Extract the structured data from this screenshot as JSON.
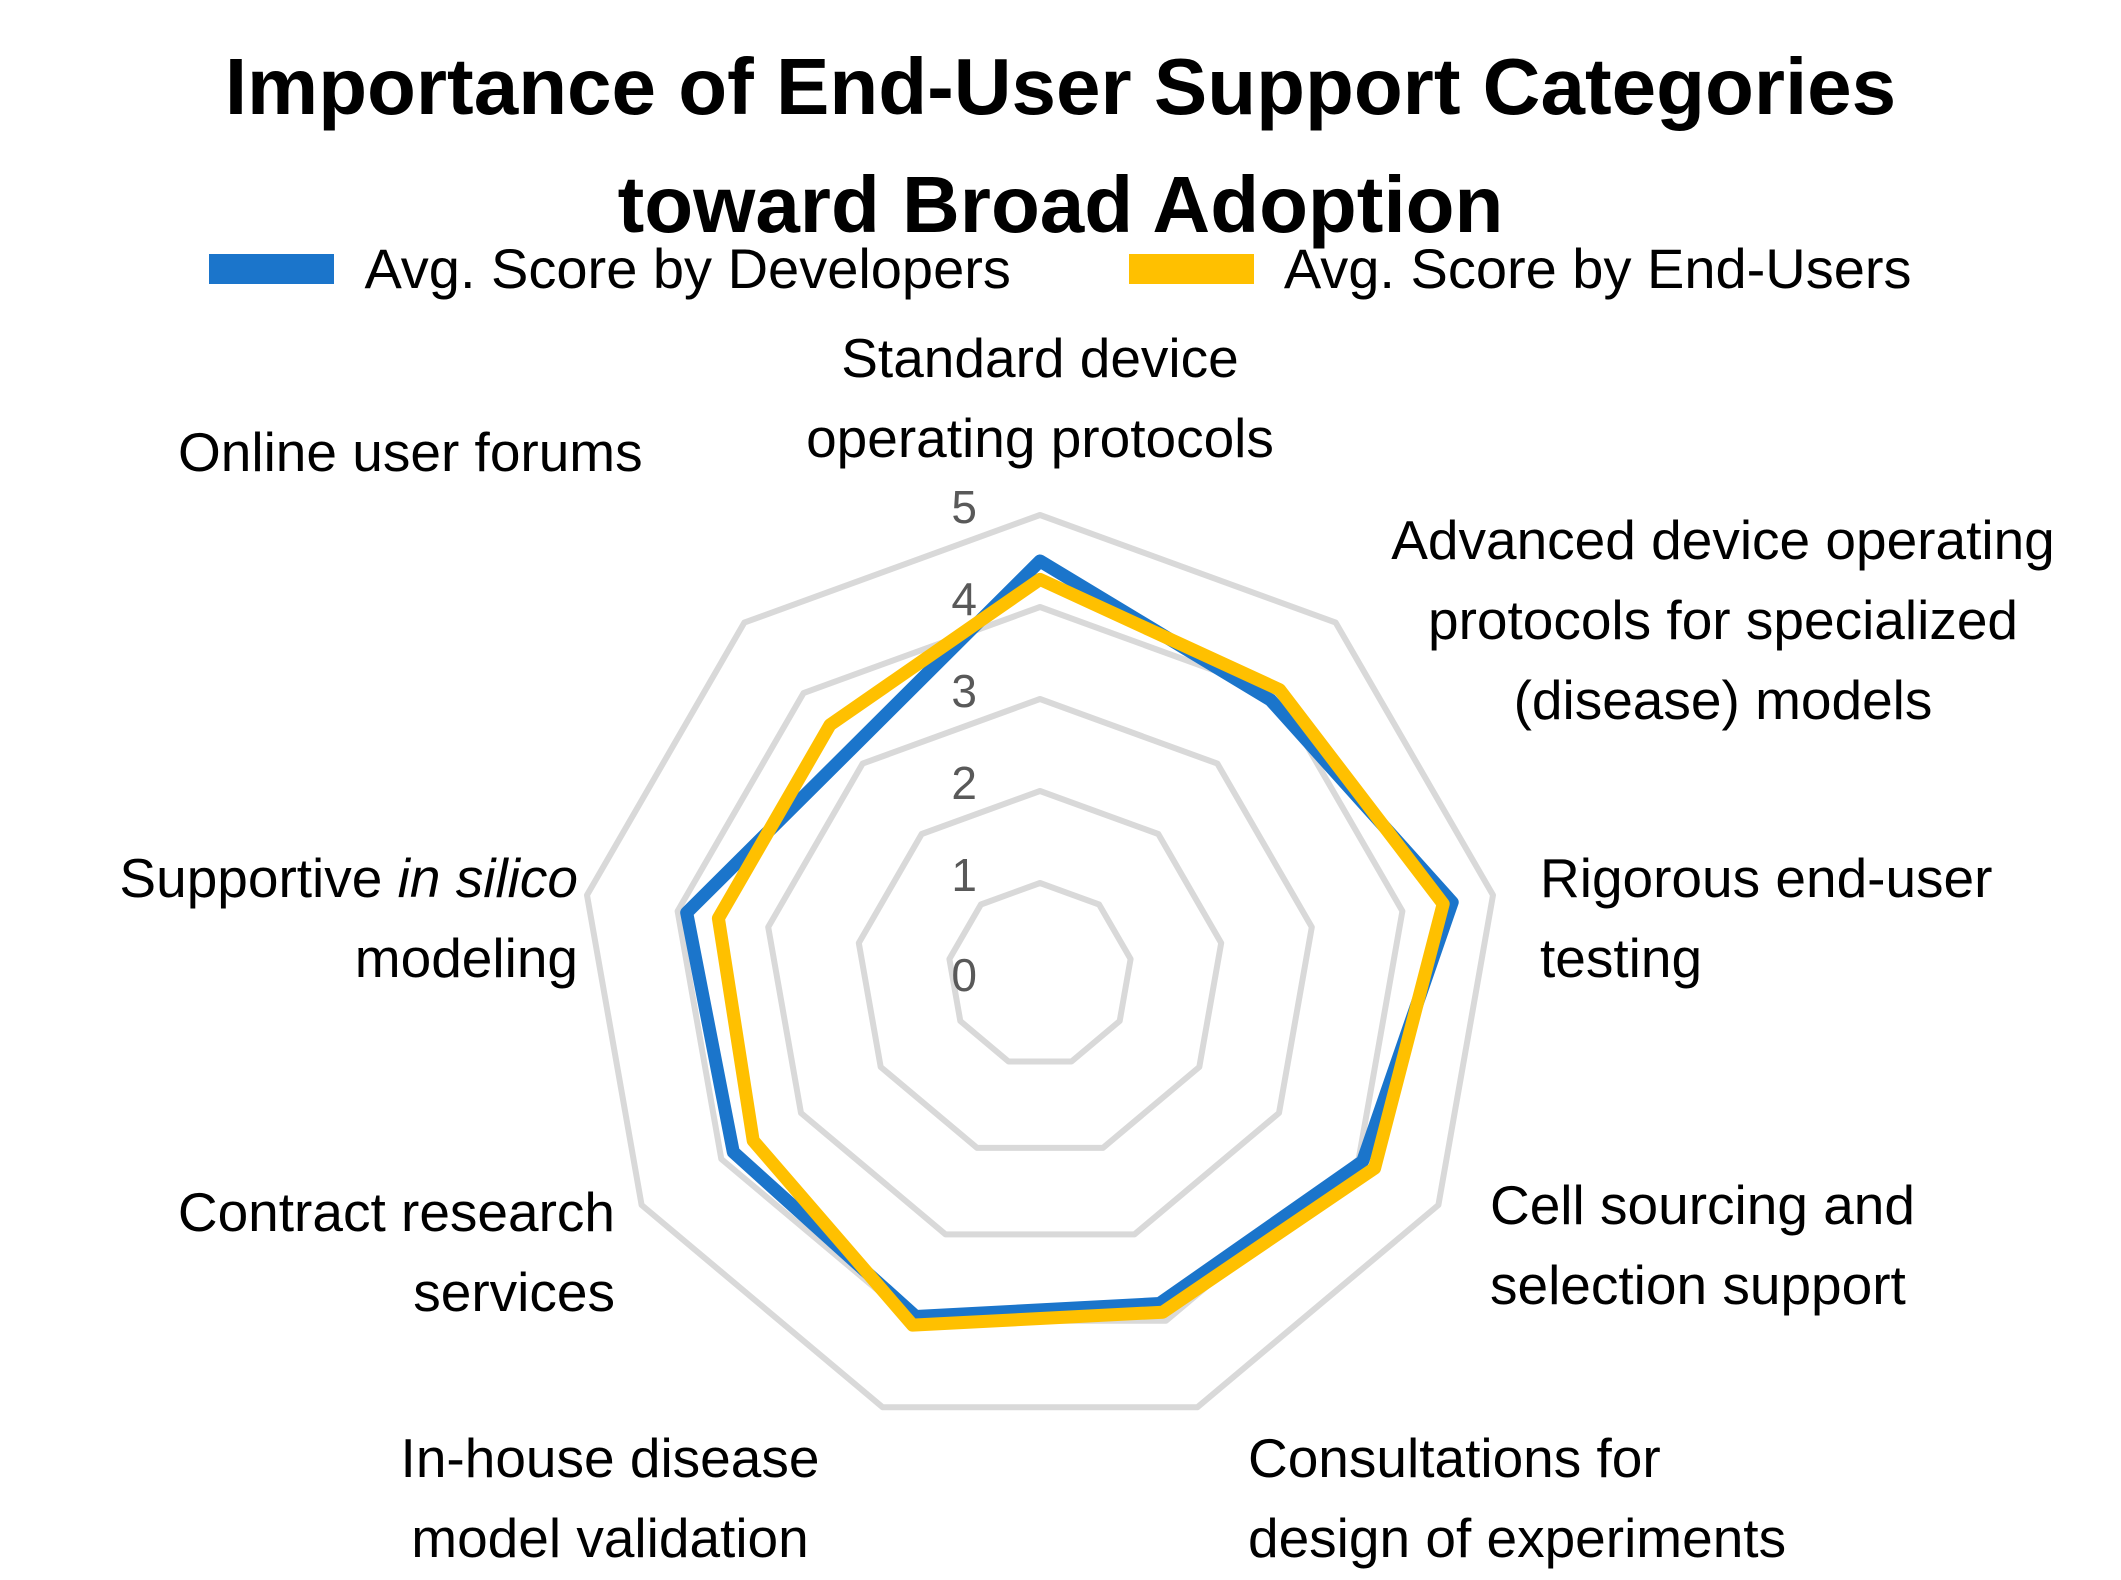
{
  "chart_data": {
    "type": "radar",
    "title": "Importance of End-User Support Categories toward Broad Adoption",
    "title_lines": [
      "Importance of End-User Support Categories",
      "toward Broad Adoption"
    ],
    "axis_range": [
      0,
      5
    ],
    "ticks": [
      0,
      1,
      2,
      3,
      4,
      5
    ],
    "grid": true,
    "legend_position": "top",
    "categories": [
      "Standard device operating protocols",
      "Advanced device operating protocols for specialized (disease) models",
      "Rigorous end-user testing",
      "Cell sourcing and selection support",
      "Consultations for design of experiments",
      "In-house disease model validation",
      "Contract research services",
      "Supportive in silico modeling",
      "Online user forums"
    ],
    "series": [
      {
        "name": "Avg. Score by Developers",
        "color": "#1B75CB",
        "values": [
          4.5,
          3.9,
          4.55,
          4.05,
          3.8,
          3.95,
          3.85,
          3.9,
          3.2
        ]
      },
      {
        "name": "Avg. Score by End-Users",
        "color": "#FFC000",
        "values": [
          4.3,
          4.05,
          4.45,
          4.2,
          3.9,
          4.05,
          3.6,
          3.55,
          3.55
        ]
      }
    ]
  },
  "category_labels": {
    "standard": {
      "lines": [
        "Standard device",
        "operating protocols"
      ]
    },
    "advanced": {
      "lines": [
        "Advanced device operating",
        "protocols for specialized",
        "(disease) models"
      ]
    },
    "rigorous": {
      "lines": [
        "Rigorous end-user",
        "testing"
      ]
    },
    "cell": {
      "lines": [
        "Cell sourcing and",
        "selection support"
      ]
    },
    "consultations": {
      "lines": [
        "Consultations for",
        "design of experiments"
      ]
    },
    "inhouse": {
      "lines": [
        "In-house disease",
        "model validation"
      ]
    },
    "contract": {
      "lines": [
        "Contract research",
        "services"
      ]
    },
    "supportive": {
      "line1_normal": "Supportive ",
      "line1_italic": "in silico",
      "line2": "modeling"
    },
    "online": {
      "lines": [
        "Online user forums"
      ]
    }
  }
}
